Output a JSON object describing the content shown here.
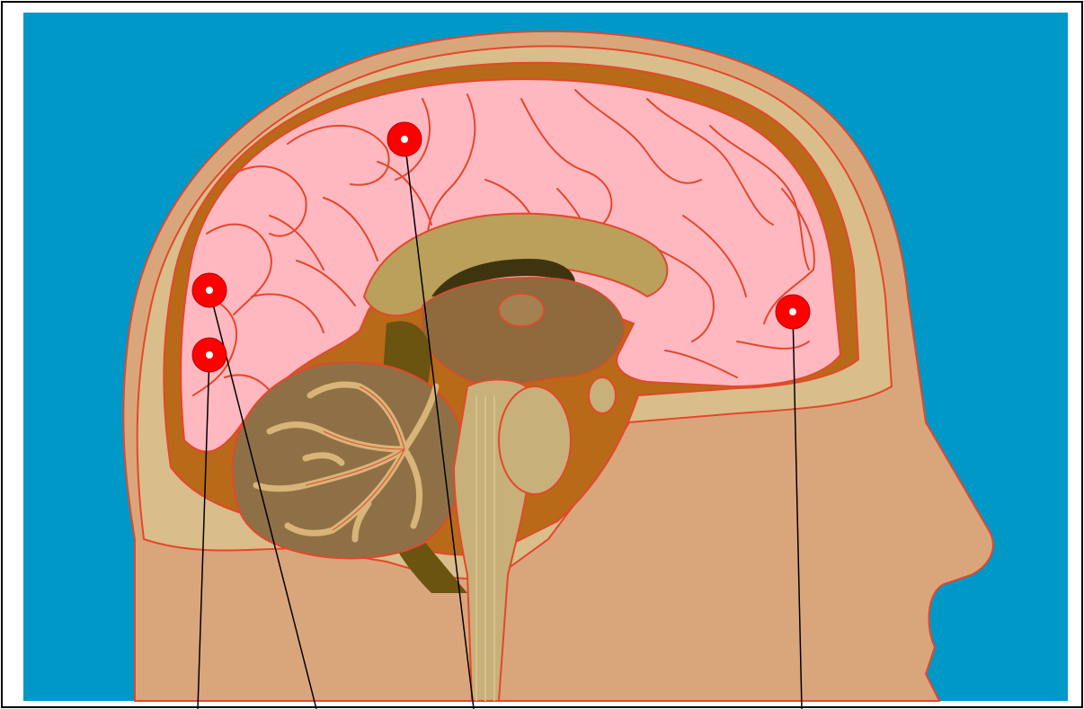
{
  "diagram": {
    "subject": "midsagittal-brain-section",
    "colors": {
      "frame": "#000000",
      "background": "#0098c6",
      "skin": "#d9a67c",
      "skull": "#d9bd8a",
      "dura": "#b86a18",
      "cerebrum": "#ffb8c0",
      "outline": "#e4472b",
      "corpus_callosum": "#baa05a",
      "inner_brain": "#8f6a3c",
      "cavity": "#6b5310",
      "cerebellum": "#8f7046",
      "arbor_vitae": "#d8b478",
      "brainstem": "#c7b07a",
      "marker": "#ff0000",
      "leader_line": "#000000"
    },
    "markers": [
      {
        "id": "marker-1"
      },
      {
        "id": "marker-2"
      },
      {
        "id": "marker-3"
      },
      {
        "id": "marker-4"
      },
      {
        "id": "marker-5"
      }
    ]
  }
}
